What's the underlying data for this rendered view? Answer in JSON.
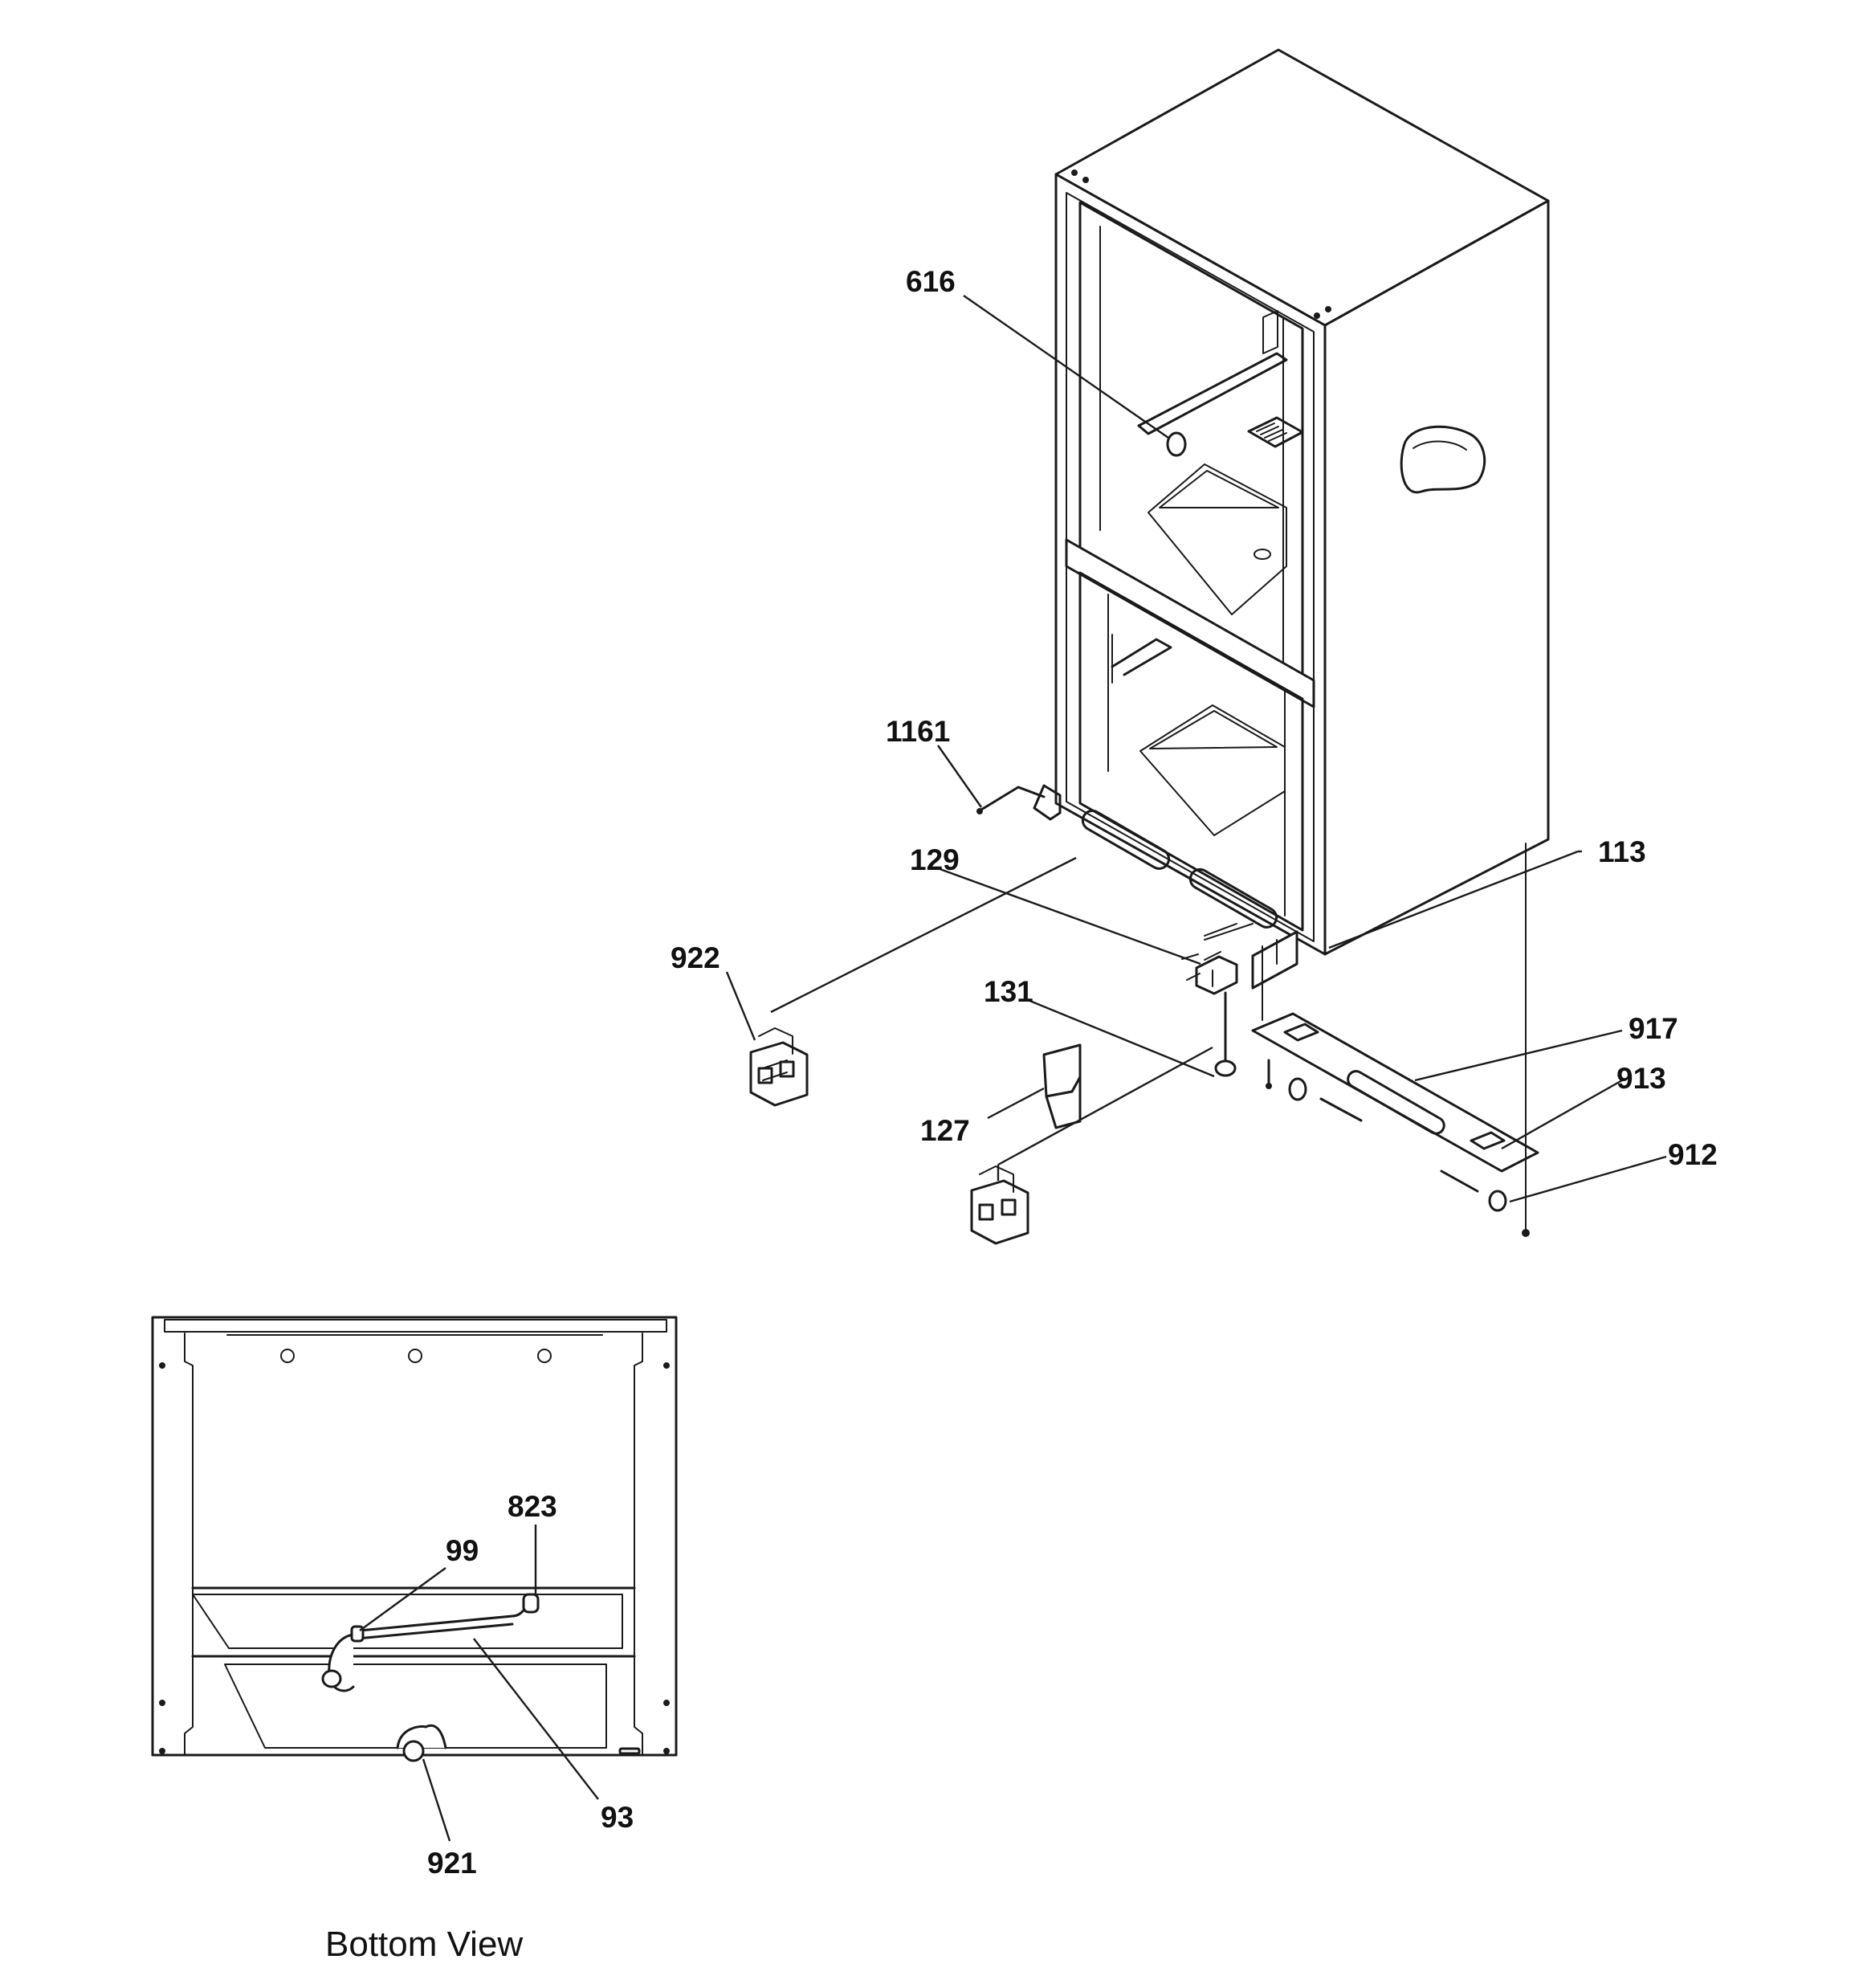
{
  "diagram": {
    "callouts": {
      "c616": "616",
      "c1161": "1161",
      "c129": "129",
      "c113": "113",
      "c922": "922",
      "c131": "131",
      "c917": "917",
      "c913": "913",
      "c127": "127",
      "c912": "912",
      "c823": "823",
      "c99": "99",
      "c93": "93",
      "c921": "921"
    },
    "bottom_view_caption": "Bottom View"
  }
}
